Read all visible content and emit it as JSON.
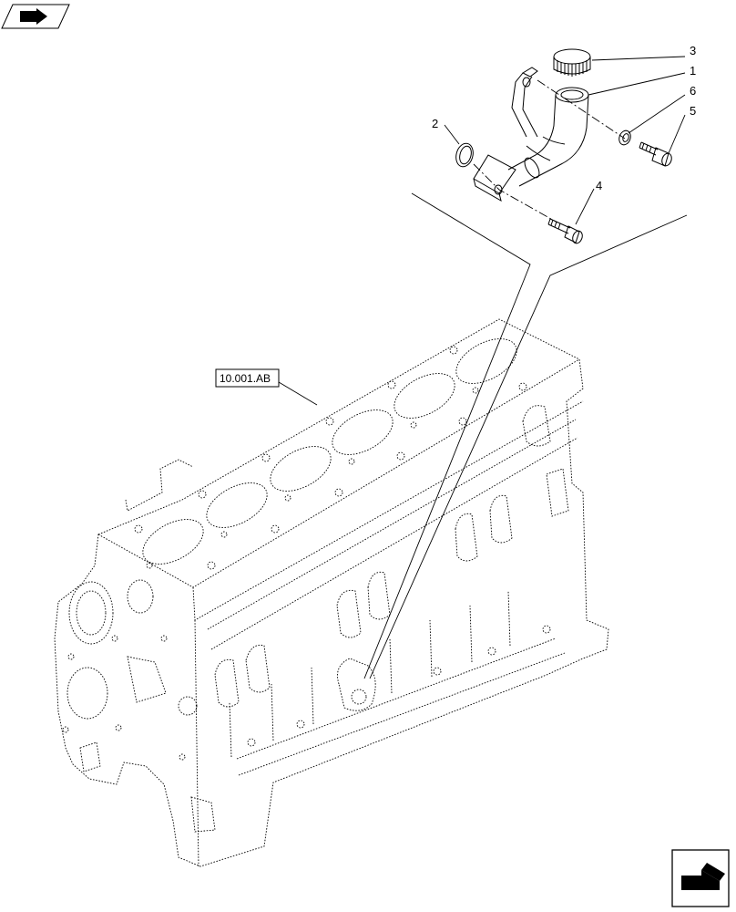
{
  "callouts": {
    "part_1": "1",
    "part_2": "2",
    "part_3": "3",
    "part_4": "4",
    "part_5": "5",
    "part_6": "6"
  },
  "reference": {
    "label": "10.001.AB"
  },
  "icons": {
    "top_left": "book-arrow-icon",
    "bottom_right": "next-page-arrow-icon"
  }
}
